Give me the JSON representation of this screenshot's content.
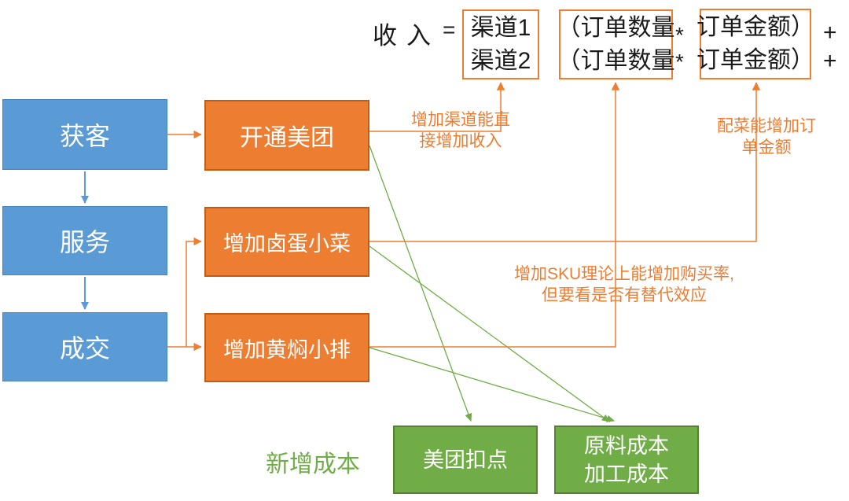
{
  "colors": {
    "funnel_blue": "#5B9BD5",
    "action_orange": "#ED7D31",
    "cost_green": "#70AD47",
    "formula_text": "#1a1a1a"
  },
  "formula": {
    "lhs": "收入",
    "equals": "=",
    "channel_box": {
      "line1": "渠道1",
      "line2": "渠道2"
    },
    "qty_box": {
      "line1": "（订单数量",
      "line2": "（订单数量"
    },
    "amount_box": {
      "line1": "订单金额）",
      "line2": "订单金额）"
    },
    "times1": "*",
    "times2": "*",
    "plus1": "+",
    "plus2": "+"
  },
  "funnel": {
    "acquire": "获客",
    "serve": "服务",
    "deal": "成交"
  },
  "actions": {
    "open_meituan": "开通美团",
    "add_side_dish": "增加卤蛋小菜",
    "add_ribs": "增加黄焖小排"
  },
  "costs": {
    "label": "新增成本",
    "meituan_cut": "美团扣点",
    "raw_line1": "原料成本",
    "raw_line2": "加工成本"
  },
  "annotations": {
    "channel": {
      "line1": "增加渠道能直",
      "line2": "接增加收入"
    },
    "side_dish": {
      "line1": "配菜能增加订",
      "line2": "单金额"
    },
    "sku": {
      "line1": "增加SKU理论上能增加购买率,",
      "line2": "但要看是否有替代效应"
    }
  }
}
